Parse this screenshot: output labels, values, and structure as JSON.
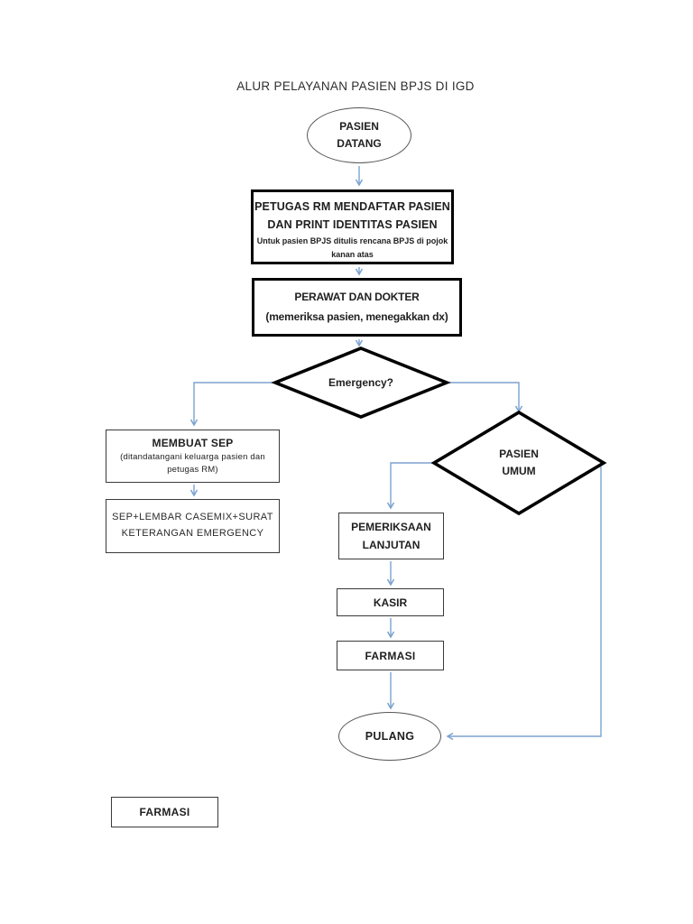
{
  "title": "ALUR PELAYANAN PASIEN BPJS DI IGD",
  "colors": {
    "connector": "#7ba2d0",
    "shape_border": "#000000",
    "thin_border": "#3a3a3a",
    "ellipse_border": "#555555",
    "text": "#1f1f1f"
  },
  "nodes": {
    "start": {
      "line1": "PASIEN",
      "line2": "DATANG"
    },
    "register": {
      "line1": "PETUGAS RM  MENDAFTAR PASIEN",
      "line2": "DAN PRINT IDENTITAS PASIEN",
      "note_line1": "Untuk pasien BPJS ditulis rencana BPJS di pojok",
      "note_line2": "kanan atas"
    },
    "examine": {
      "line1": "PERAWAT DAN DOKTER",
      "line2": "(memeriksa pasien, menegakkan dx)"
    },
    "emergency": {
      "label": "Emergency?"
    },
    "membuat_sep": {
      "title": "MEMBUAT SEP",
      "subtitle_line1": "(ditandatangani keluarga pasien dan",
      "subtitle_line2": "petugas RM)"
    },
    "sep_docs": {
      "line1": "SEP+LEMBAR CASEMIX+SURAT",
      "line2": "KETERANGAN EMERGENCY"
    },
    "pasien_umum": {
      "line1": "PASIEN",
      "line2": "UMUM"
    },
    "pemeriksaan_lanjutan": {
      "line1": "PEMERIKSAAN",
      "line2": "LANJUTAN"
    },
    "kasir": {
      "label": "KASIR"
    },
    "farmasi": {
      "label": "FARMASI"
    },
    "pulang": {
      "label": "PULANG"
    },
    "farmasi_legend": {
      "label": "FARMASI"
    }
  }
}
